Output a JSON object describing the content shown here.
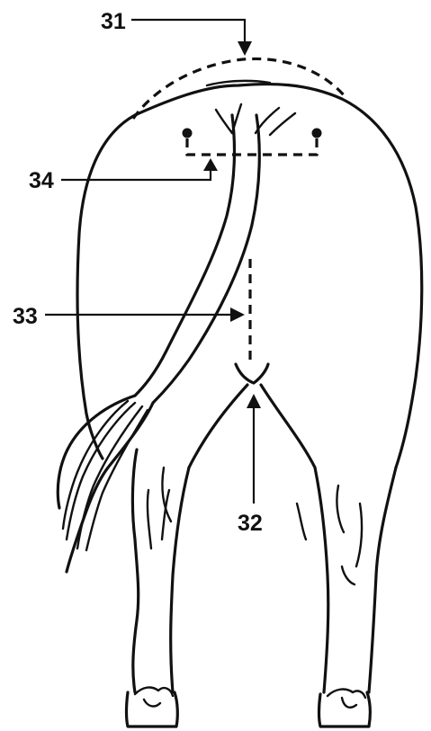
{
  "labels": {
    "l31": "31",
    "l32": "32",
    "l33": "33",
    "l34": "34"
  },
  "colors": {
    "ink": "#111111",
    "background": "#ffffff"
  }
}
